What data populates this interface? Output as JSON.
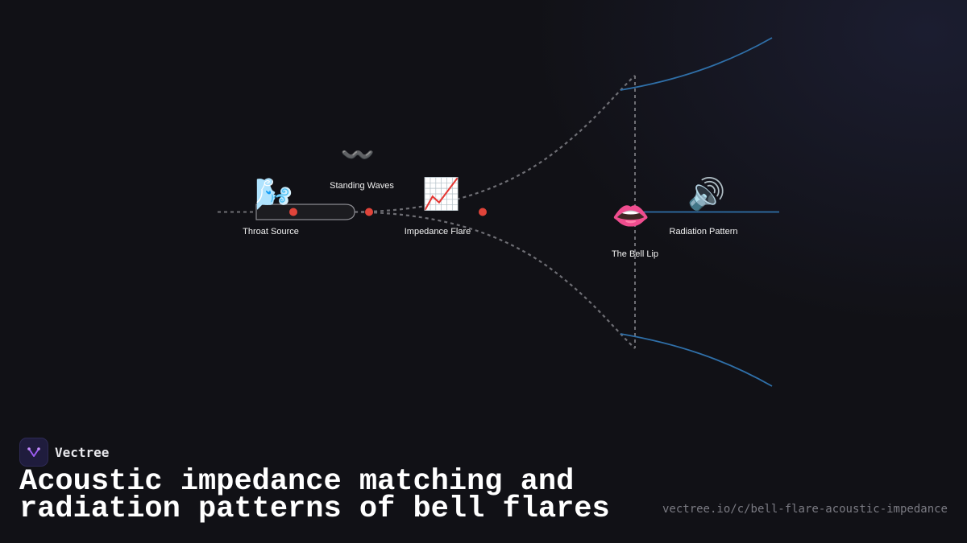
{
  "diagram": {
    "nodes": [
      {
        "id": "throat-source",
        "label": "Throat Source",
        "icon": "wind-blowing-face-icon",
        "glyph": "🌬️"
      },
      {
        "id": "standing-waves",
        "label": "Standing Waves",
        "icon": "wavy-dash-icon",
        "glyph": "〰️"
      },
      {
        "id": "impedance-flare",
        "label": "Impedance Flare",
        "icon": "chart-increasing-icon",
        "glyph": "📈"
      },
      {
        "id": "bell-lip",
        "label": "The Bell Lip",
        "icon": "lips-icon",
        "glyph": "👄"
      },
      {
        "id": "radiation-pattern",
        "label": "Radiation Pattern",
        "icon": "speaker-high-volume-icon",
        "glyph": "🔊"
      }
    ],
    "colors": {
      "background": "#111116",
      "dashed_line": "#6e6e74",
      "blue_curve": "#2f6fa8",
      "dot": "#e0443a",
      "tube": "#1c1c20",
      "label": "#f2f2f2"
    }
  },
  "brand": {
    "name": "Vectree",
    "icon": "vectree-logo-icon"
  },
  "title": "Acoustic impedance matching and radiation patterns of bell flares",
  "url": "vectree.io/c/bell-flare-acoustic-impedance"
}
